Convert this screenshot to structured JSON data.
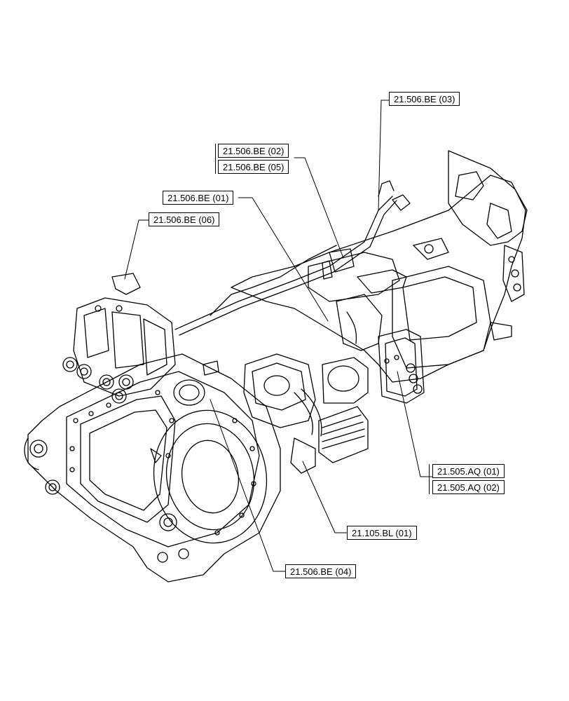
{
  "diagram": {
    "subject": "tractor-transmission-assembly",
    "line_color": "#000000",
    "background": "#ffffff",
    "callouts": [
      {
        "id": "c03",
        "label": "21.506.BE (03)"
      },
      {
        "id": "c02",
        "label": "21.506.BE (02)"
      },
      {
        "id": "c05",
        "label": "21.506.BE (05)"
      },
      {
        "id": "c01",
        "label": "21.506.BE (01)"
      },
      {
        "id": "c06",
        "label": "21.506.BE (06)"
      },
      {
        "id": "aq01",
        "label": "21.505.AQ (01)"
      },
      {
        "id": "aq02",
        "label": "21.505.AQ (02)"
      },
      {
        "id": "bl01",
        "label": "21.105.BL (01)"
      },
      {
        "id": "c04",
        "label": "21.506.BE (04)"
      }
    ]
  }
}
